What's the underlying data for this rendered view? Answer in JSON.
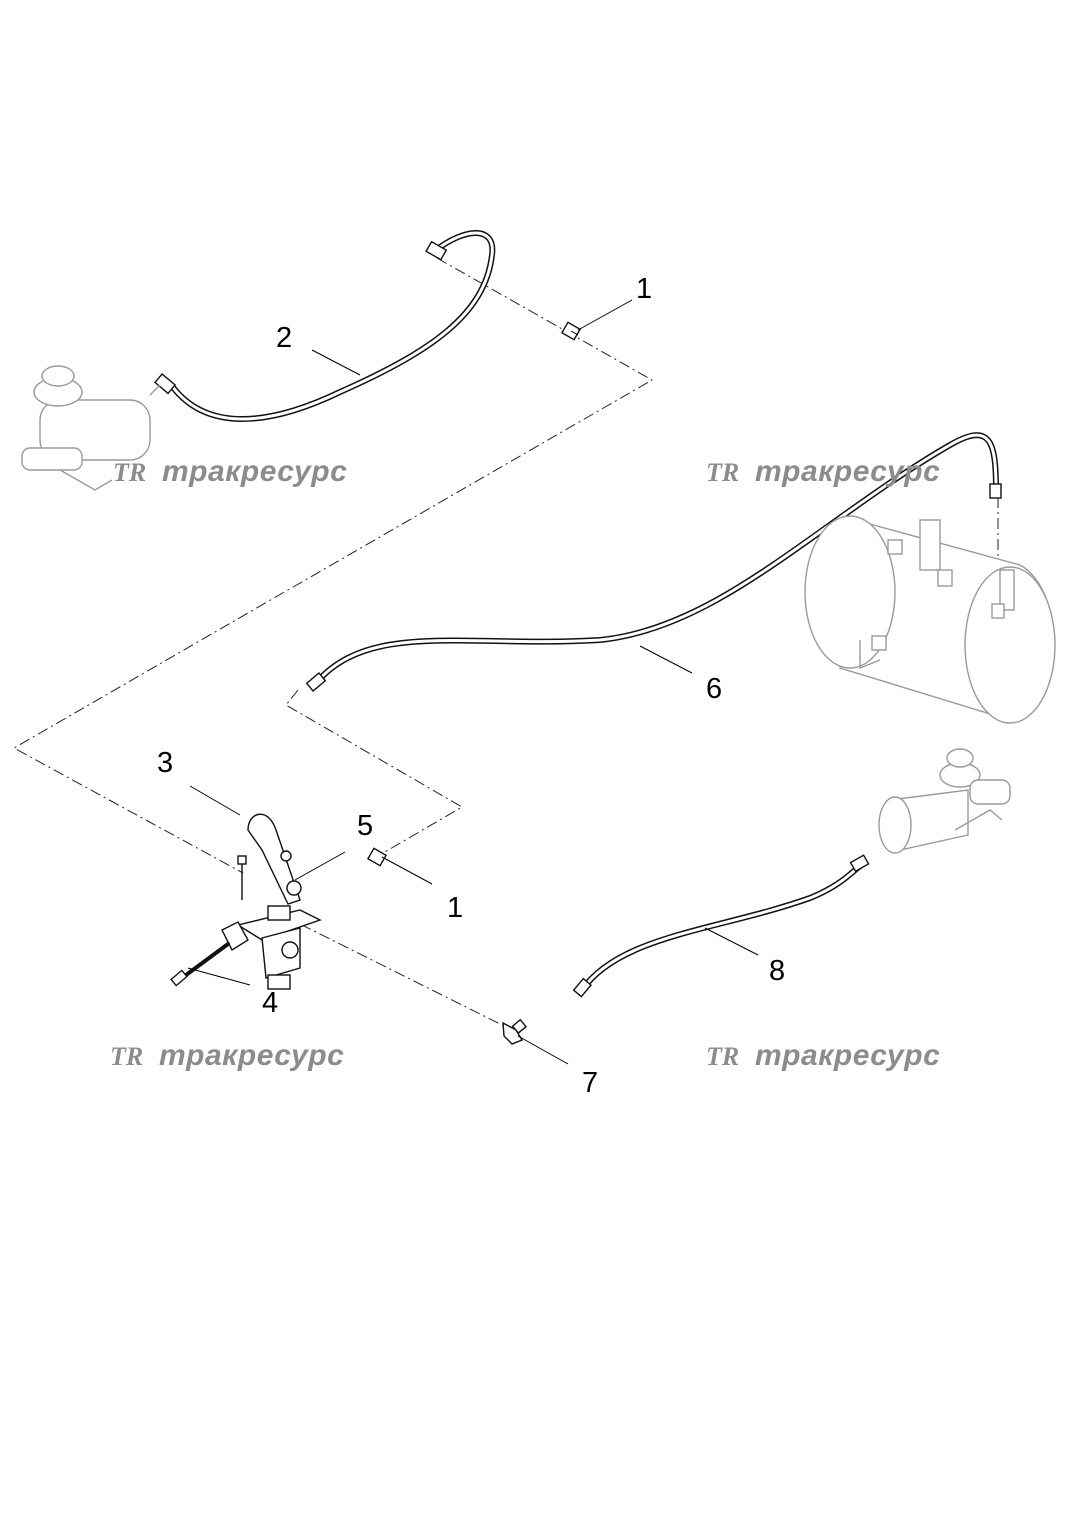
{
  "callouts": [
    {
      "id": "1a",
      "label": "1"
    },
    {
      "id": "2",
      "label": "2"
    },
    {
      "id": "3",
      "label": "3"
    },
    {
      "id": "4",
      "label": "4"
    },
    {
      "id": "5",
      "label": "5"
    },
    {
      "id": "6",
      "label": "6"
    },
    {
      "id": "1b",
      "label": "1"
    },
    {
      "id": "7",
      "label": "7"
    },
    {
      "id": "8",
      "label": "8"
    }
  ],
  "watermark": {
    "logo": "TR",
    "text": "тракресурс"
  },
  "colors": {
    "line": "#111111",
    "watermark": "#8c8c8c",
    "background": "#ffffff"
  }
}
